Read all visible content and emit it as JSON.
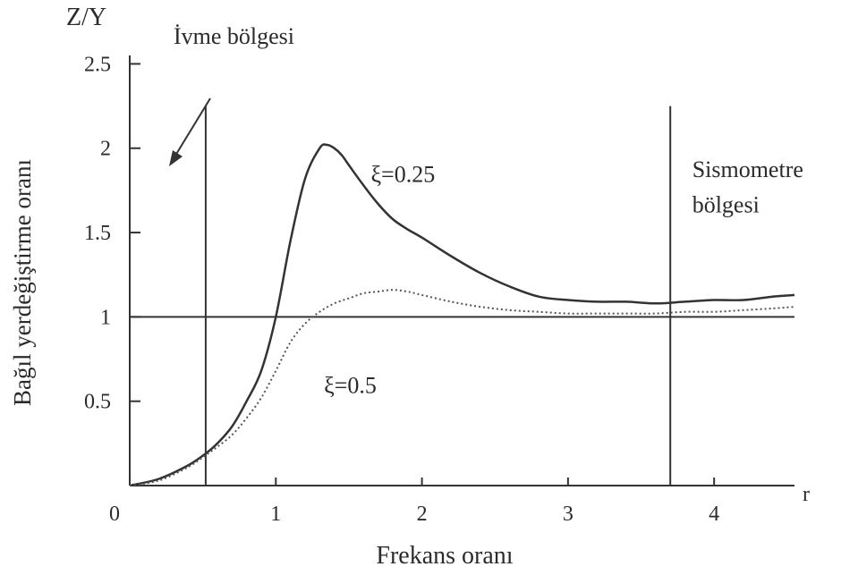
{
  "chart_data": {
    "type": "line",
    "title": "",
    "ylabel_top": "Z/Y",
    "ylabel": "Bağıl yerdeğiştirme oranı",
    "xlabel": "Frekans oranı",
    "xaxis_end_label": "r",
    "xlim": [
      0,
      4.55
    ],
    "ylim": [
      0,
      2.55
    ],
    "x_ticks": [
      {
        "value": 0,
        "label": "0"
      },
      {
        "value": 1,
        "label": "1"
      },
      {
        "value": 2,
        "label": "2"
      },
      {
        "value": 3,
        "label": "3"
      },
      {
        "value": 4,
        "label": "4"
      }
    ],
    "y_ticks": [
      {
        "value": 0.5,
        "label": "0.5"
      },
      {
        "value": 1,
        "label": "1"
      },
      {
        "value": 1.5,
        "label": "1.5"
      },
      {
        "value": 2,
        "label": "2"
      },
      {
        "value": 2.5,
        "label": "2.5"
      }
    ],
    "grid": false,
    "legend": "none",
    "reference_lines": [
      {
        "orientation": "horizontal",
        "value": 1
      },
      {
        "orientation": "vertical",
        "value": 0.52
      },
      {
        "orientation": "vertical",
        "value": 3.7
      }
    ],
    "series": [
      {
        "name": "ξ=0.25",
        "style": "solid",
        "color": "#333333",
        "x": [
          0,
          0.2,
          0.4,
          0.52,
          0.6,
          0.7,
          0.8,
          0.9,
          1.0,
          1.1,
          1.2,
          1.3,
          1.35,
          1.4,
          1.45,
          1.5,
          1.6,
          1.7,
          1.8,
          1.9,
          2.0,
          2.2,
          2.4,
          2.6,
          2.8,
          3.0,
          3.2,
          3.4,
          3.6,
          3.8,
          4.0,
          4.2,
          4.4,
          4.55
        ],
        "y": [
          0.0,
          0.04,
          0.12,
          0.19,
          0.25,
          0.35,
          0.5,
          0.68,
          1.0,
          1.45,
          1.82,
          2.0,
          2.02,
          2.0,
          1.96,
          1.9,
          1.78,
          1.67,
          1.58,
          1.52,
          1.47,
          1.36,
          1.26,
          1.18,
          1.12,
          1.1,
          1.09,
          1.09,
          1.08,
          1.09,
          1.1,
          1.1,
          1.12,
          1.13
        ]
      },
      {
        "name": "ξ=0.5",
        "style": "dotted",
        "color": "#555555",
        "x": [
          0,
          0.2,
          0.4,
          0.52,
          0.6,
          0.7,
          0.8,
          0.9,
          1.0,
          1.1,
          1.2,
          1.3,
          1.4,
          1.5,
          1.6,
          1.7,
          1.8,
          1.9,
          2.0,
          2.2,
          2.4,
          2.6,
          2.8,
          3.0,
          3.2,
          3.4,
          3.6,
          3.8,
          4.0,
          4.2,
          4.4,
          4.55
        ],
        "y": [
          0.0,
          0.03,
          0.11,
          0.18,
          0.23,
          0.3,
          0.4,
          0.52,
          0.68,
          0.85,
          0.96,
          1.03,
          1.08,
          1.11,
          1.14,
          1.15,
          1.16,
          1.15,
          1.13,
          1.09,
          1.06,
          1.04,
          1.03,
          1.02,
          1.02,
          1.02,
          1.02,
          1.03,
          1.03,
          1.04,
          1.05,
          1.06
        ]
      }
    ],
    "annotations": [
      {
        "text": "İvme bölgesi",
        "x": 0.3,
        "y": 2.62
      },
      {
        "text": "ξ=0.25",
        "x": 1.65,
        "y": 1.8
      },
      {
        "text": "ξ=0.5",
        "x": 1.33,
        "y": 0.55
      },
      {
        "text": "Sismometre",
        "x": 3.85,
        "y": 1.83
      },
      {
        "text": "bölgesi",
        "x": 3.85,
        "y": 1.62
      }
    ]
  }
}
